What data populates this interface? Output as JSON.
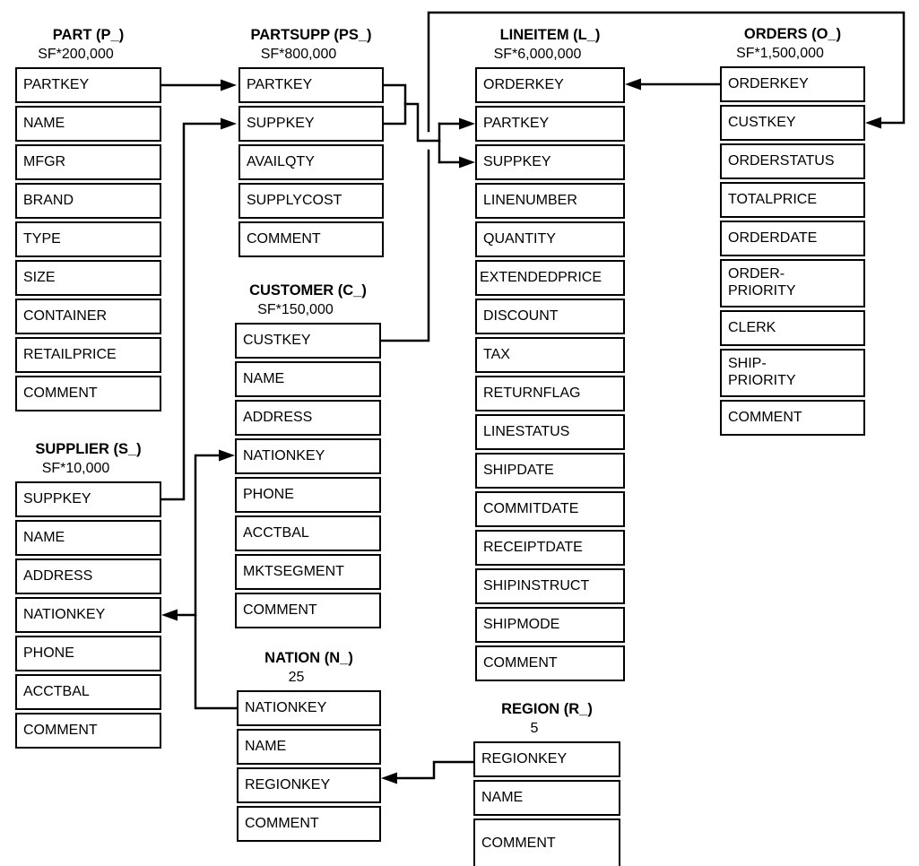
{
  "diagram": {
    "kind": "TPC-H database schema diagram",
    "colors": {
      "line": "#000000",
      "background": "#ffffff",
      "cell_fill": "#ffffff",
      "text": "#000000"
    },
    "tables": [
      {
        "id": "part",
        "title": "PART (P_)",
        "cardinality": "SF*200,000",
        "columns": [
          "PARTKEY",
          "NAME",
          "MFGR",
          "BRAND",
          "TYPE",
          "SIZE",
          "CONTAINER",
          "RETAILPRICE",
          "COMMENT"
        ]
      },
      {
        "id": "partsupp",
        "title": "PARTSUPP (PS_)",
        "cardinality": "SF*800,000",
        "columns": [
          "PARTKEY",
          "SUPPKEY",
          "AVAILQTY",
          "SUPPLYCOST",
          "COMMENT"
        ]
      },
      {
        "id": "lineitem",
        "title": "LINEITEM (L_)",
        "cardinality": "SF*6,000,000",
        "columns": [
          "ORDERKEY",
          "PARTKEY",
          "SUPPKEY",
          "LINENUMBER",
          "QUANTITY",
          "EXTENDEDPRICE",
          "DISCOUNT",
          "TAX",
          "RETURNFLAG",
          "LINESTATUS",
          "SHIPDATE",
          "COMMITDATE",
          "RECEIPTDATE",
          "SHIPINSTRUCT",
          "SHIPMODE",
          "COMMENT"
        ]
      },
      {
        "id": "orders",
        "title": "ORDERS (O_)",
        "cardinality": "SF*1,500,000",
        "columns": [
          "ORDERKEY",
          "CUSTKEY",
          "ORDERSTATUS",
          "TOTALPRICE",
          "ORDERDATE",
          [
            "ORDER-",
            "PRIORITY"
          ],
          "CLERK",
          [
            "SHIP-",
            "PRIORITY"
          ],
          "COMMENT"
        ]
      },
      {
        "id": "supplier",
        "title": "SUPPLIER (S_)",
        "cardinality": "SF*10,000",
        "columns": [
          "SUPPKEY",
          "NAME",
          "ADDRESS",
          "NATIONKEY",
          "PHONE",
          "ACCTBAL",
          "COMMENT"
        ]
      },
      {
        "id": "customer",
        "title": "CUSTOMER (C_)",
        "cardinality": "SF*150,000",
        "columns": [
          "CUSTKEY",
          "NAME",
          "ADDRESS",
          "NATIONKEY",
          "PHONE",
          "ACCTBAL",
          "MKTSEGMENT",
          "COMMENT"
        ]
      },
      {
        "id": "nation",
        "title": "NATION (N_)",
        "cardinality": "25",
        "columns": [
          "NATIONKEY",
          "NAME",
          "REGIONKEY",
          "COMMENT"
        ]
      },
      {
        "id": "region",
        "title": "REGION (R_)",
        "cardinality": "5",
        "columns": [
          "REGIONKEY",
          "NAME",
          "COMMENT"
        ]
      }
    ],
    "relationships": [
      {
        "from": "PART.PARTKEY",
        "to": "PARTSUPP.PARTKEY"
      },
      {
        "from": "SUPPLIER.SUPPKEY",
        "to": "PARTSUPP.SUPPKEY"
      },
      {
        "from": "PARTSUPP.PARTKEY",
        "to": "LINEITEM.PARTKEY"
      },
      {
        "from": "PARTSUPP.SUPPKEY",
        "to": "LINEITEM.SUPPKEY"
      },
      {
        "from": "ORDERS.ORDERKEY",
        "to": "LINEITEM.ORDERKEY"
      },
      {
        "from": "CUSTOMER.CUSTKEY",
        "to": "ORDERS.CUSTKEY"
      },
      {
        "from": "NATION.NATIONKEY",
        "to": "CUSTOMER.NATIONKEY"
      },
      {
        "from": "NATION.NATIONKEY",
        "to": "SUPPLIER.NATIONKEY"
      },
      {
        "from": "REGION.REGIONKEY",
        "to": "NATION.REGIONKEY"
      }
    ]
  }
}
